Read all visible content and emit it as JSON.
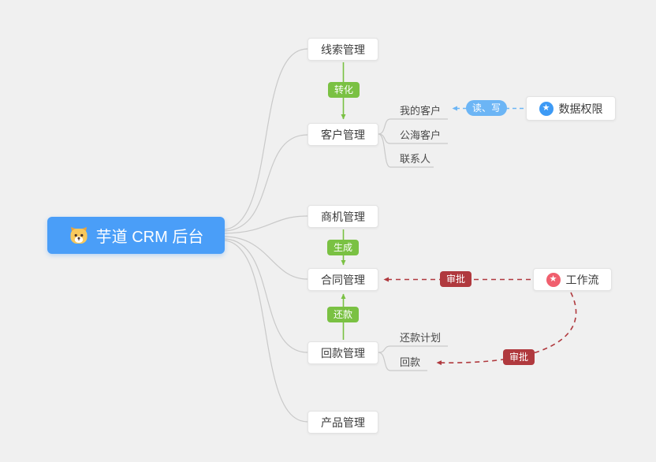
{
  "root": {
    "label": "芋道 CRM 后台"
  },
  "icons": {
    "star_glyph": "★",
    "root_mascot": "dog-mascot-icon",
    "data_permission_icon": "star-in-blue-circle",
    "workflow_icon": "star-in-pink-circle"
  },
  "colors": {
    "background": "#f0f0f0",
    "root_bg": "#4a9ef8",
    "node_border": "#e3e3e3",
    "edge_green": "#7ac143",
    "edge_blue": "#6cb5f5",
    "edge_red": "#b0393e",
    "connector_gray": "#c9c9c9",
    "data_permission_icon_bg": "#3d9af5",
    "workflow_icon_bg": "#f05f6e"
  },
  "nodes": {
    "clue": {
      "label": "线索管理"
    },
    "customer": {
      "label": "客户管理"
    },
    "business": {
      "label": "商机管理"
    },
    "contract": {
      "label": "合同管理"
    },
    "receivable": {
      "label": "回款管理"
    },
    "product": {
      "label": "产品管理"
    },
    "data_permission": {
      "label": "数据权限"
    },
    "workflow": {
      "label": "工作流"
    }
  },
  "subnodes": {
    "my_customer": {
      "label": "我的客户"
    },
    "public_customer": {
      "label": "公海客户"
    },
    "contact": {
      "label": "联系人"
    },
    "repayment_plan": {
      "label": "还款计划"
    },
    "repayment": {
      "label": "回款"
    }
  },
  "edge_labels": {
    "transform": {
      "label": "转化"
    },
    "read_write": {
      "label": "读、写"
    },
    "generate": {
      "label": "生成"
    },
    "repay": {
      "label": "还款"
    },
    "approve_contract": {
      "label": "审批"
    },
    "approve_repayment": {
      "label": "审批"
    }
  }
}
